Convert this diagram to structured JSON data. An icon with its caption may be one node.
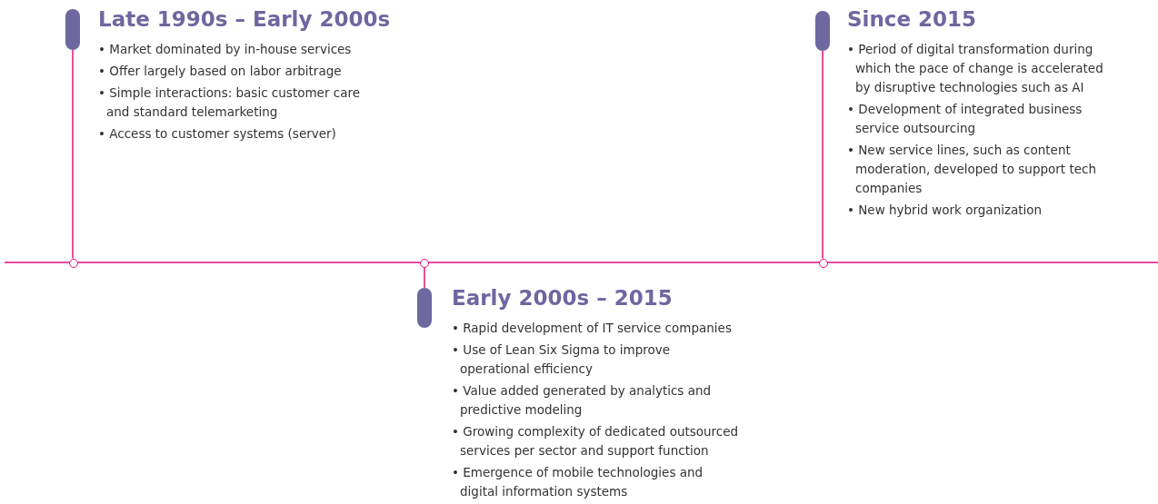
{
  "diagram": {
    "nodes": [
      {
        "text": [
          "Late 1990s – Early 2000s",
          "• Market dominated by in-house services",
          "• Offer largely based on labor arbitrage",
          "• Simple interactions: basic customer care and standard telemarketing",
          "• Access to customer systems (server)"
        ]
      },
      {
        "text": [],
        "shape": "bar"
      },
      {
        "text": [],
        "shape": "circle"
      },
      {
        "text": [],
        "shape": "circle"
      },
      {
        "text": [],
        "shape": "bar"
      },
      {
        "text": [
          "Early 2000s – 2015",
          "• Rapid development of IT service companies",
          "• Use of Lean Six Sigma to improve operational efficiency",
          "• Value added generated by analytics and predictive modeling",
          "• Growing complexity of dedicated outsourced services per sector and support function",
          "• Emergence of mobile technologies and digital information systems"
        ]
      },
      {
        "text": [
          "Since 2015",
          "• Period of digital transformation during which the pace of change is accelerated by disruptive technologies such as AI",
          "• Development of integrated business service outsourcing",
          "• New service lines, such as content moderation, developed to support tech companies",
          "• New hybrid work organization"
        ]
      },
      {
        "text": [],
        "shape": "bar"
      },
      {
        "text": [],
        "shape": "circle"
      }
    ],
    "edges": [
      {
        "from": 2,
        "to": 1,
        "arrow": "none"
      },
      {
        "from": 3,
        "to": 4,
        "arrow": "none"
      },
      {
        "from": 8,
        "to": 7,
        "arrow": "none"
      }
    ]
  }
}
